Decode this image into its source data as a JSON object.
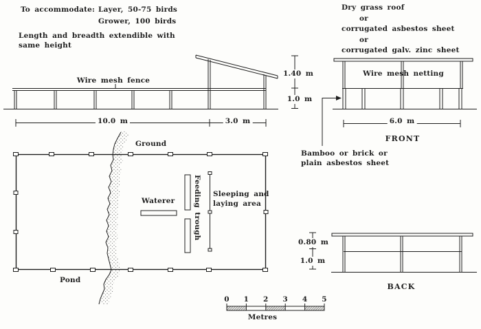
{
  "colors": {
    "background": "#fdfdfb",
    "ink": "#1d1d1d"
  },
  "annotations": {
    "accommodate": {
      "prefix": "To accommodate:",
      "layer": "Layer, 50-75 birds",
      "grower": "Grower, 100 birds"
    },
    "extendible": {
      "line1": "Length and breadth extendible with",
      "line2": "same height"
    },
    "roof_options": {
      "line1": "Dry grass roof",
      "or1": "or",
      "line2": "corrugated asbestos sheet",
      "or2": "or",
      "line3": "corrugated galv. zinc sheet"
    },
    "wall_options": {
      "line1": "Bamboo or brick or",
      "line2": "plain asbestos sheet"
    }
  },
  "side_elevation": {
    "fence_label": "Wire mesh fence",
    "dim_width_open": "10.0 m",
    "dim_width_covered": "3.0 m",
    "dim_roof_height": "1.40 m",
    "dim_fence_height": "1.0 m"
  },
  "front_elevation": {
    "netting_label": "Wire mesh netting",
    "dim_width": "6.0 m",
    "caption": "FRONT"
  },
  "back_elevation": {
    "dim_roof_height": "0.80 m",
    "dim_wall_height": "1.0 m",
    "caption": "BACK"
  },
  "plan": {
    "ground_label": "Ground",
    "pond_label": "Pond",
    "waterer_label": "Waterer",
    "trough_label": "Feeding trough",
    "sleeping_line1": "Sleeping and",
    "sleeping_line2": "laying area"
  },
  "scale_bar": {
    "ticks": [
      "0",
      "1",
      "2",
      "3",
      "4",
      "5"
    ],
    "unit": "Metres"
  }
}
